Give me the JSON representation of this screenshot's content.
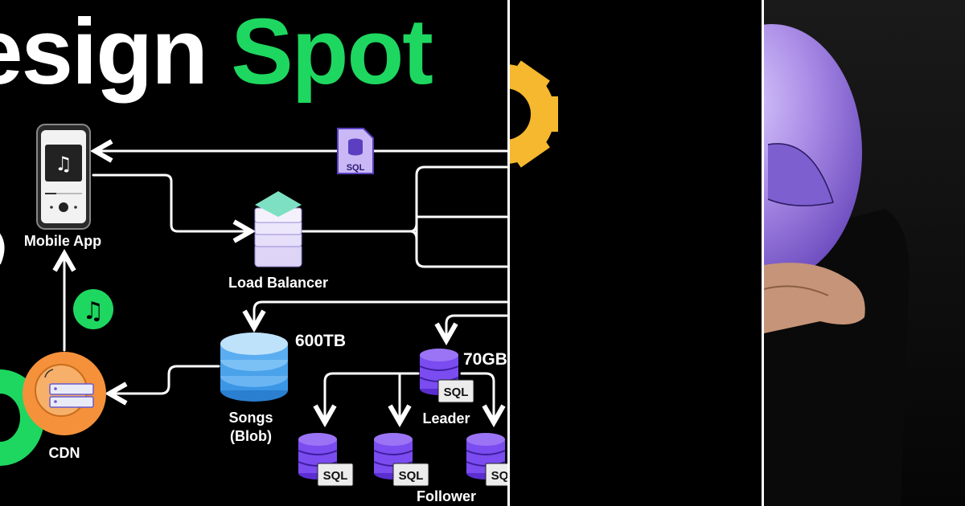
{
  "title": {
    "part1": "esign",
    "part2": "Spot"
  },
  "nodes": {
    "mobile_app": "Mobile App",
    "load_balancer": "Load Balancer",
    "cdn": "CDN",
    "songs": "Songs",
    "songs_sub": "(Blob)",
    "leader": "Leader",
    "follower": "Follower"
  },
  "sizes": {
    "songs": "600TB",
    "leader": "70GB"
  },
  "sql_badge": "SQL",
  "colors": {
    "accent": "#1ed760",
    "gear": "#f5b82e",
    "db": "#7b4cf0",
    "balloon": "#a98be6"
  }
}
